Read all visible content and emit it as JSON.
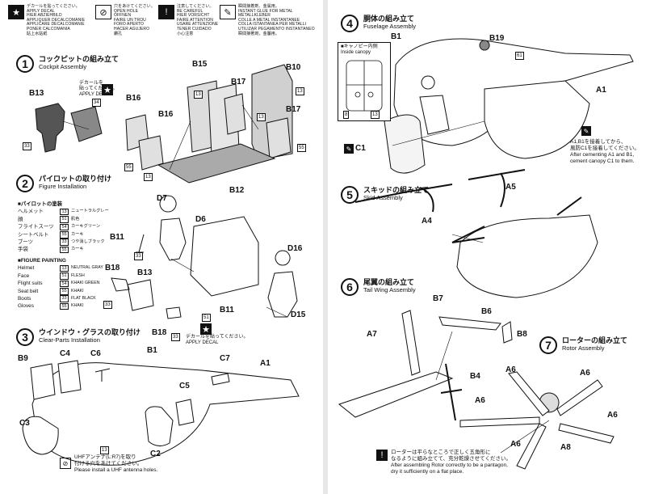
{
  "symbols": [
    {
      "icon": "star-icon",
      "glyph": "★",
      "filled": true,
      "lines": [
        "デカールを貼ってください。",
        "APPLY DECAL",
        "HIER ABZIEHBILD",
        "APPLIQUER DECALCOMANIE",
        "APPLICARE DECALCOMANIE",
        "PONER CALCOMANIA",
        "貼上水貼紙"
      ]
    },
    {
      "icon": "open-hole-icon",
      "glyph": "⊘",
      "filled": false,
      "lines": [
        "穴をあけてください。",
        "OPEN HOLE",
        "ÖFFNEN",
        "FAIRE UN TROU",
        "FORO APERTO",
        "HACER AGUJERO",
        "鑽孔"
      ]
    },
    {
      "icon": "caution-icon",
      "glyph": "⚠",
      "filled": true,
      "lines": [
        "注意してください。",
        "BE CAREFUL",
        "HIER VORSICHT",
        "FAIRE ATTENTION",
        "USARE ATTENZIONE",
        "TENER CUIDADO",
        "小心注意"
      ]
    },
    {
      "icon": "glue-icon",
      "glyph": "✎",
      "filled": false,
      "lines": [
        "瞬間接着剤、金属用。",
        "INSTANT GLUE FOR METAL",
        "METALLKLEBER",
        "COLLE A METAL INSTANTANEE",
        "COLLA ISTANTANEA PER METALLI",
        "UTILIZAR PEGAMENTO INSTANTANEO",
        "瞬間接著劑，金屬用。"
      ]
    }
  ],
  "steps": [
    {
      "num": "1",
      "jp": "コックピットの組み立て",
      "en": "Cockpit Assembly"
    },
    {
      "num": "2",
      "jp": "パイロットの取り付け",
      "en": "Figure Installation"
    },
    {
      "num": "3",
      "jp": "ウインドウ・グラスの取り付け",
      "en": "Clear-Parts Installation"
    },
    {
      "num": "4",
      "jp": "胴体の組み立て",
      "en": "Fuselage Assembly"
    },
    {
      "num": "5",
      "jp": "スキッドの組み立て",
      "en": "Skid Assembly"
    },
    {
      "num": "6",
      "jp": "尾翼の組み立て",
      "en": "Tail Wing Assembly"
    },
    {
      "num": "7",
      "jp": "ローターの組み立て",
      "en": "Rotor Assembly"
    }
  ],
  "parts": {
    "b13a": "B13",
    "b15": "B15",
    "b10": "B10",
    "b17a": "B17",
    "b16a": "B16",
    "b16b": "B16",
    "b17b": "B17",
    "b12": "B12",
    "d7": "D7",
    "d6": "D6",
    "b11a": "B11",
    "d16": "D16",
    "b18a": "B18",
    "b13b": "B13",
    "b11b": "B11",
    "b18b": "B18",
    "d15": "D15",
    "b9": "B9",
    "c4": "C4",
    "c6": "C6",
    "b1a": "B1",
    "c7": "C7",
    "a1a": "A1",
    "c5": "C5",
    "c3": "C3",
    "c2": "C2",
    "b1b": "B1",
    "b19": "B19",
    "a1b": "A1",
    "c1": "C1",
    "a5": "A5",
    "a4": "A4",
    "b7": "B7",
    "b6": "B6",
    "a7": "A7",
    "b8": "B8",
    "b4": "B4",
    "a6a": "A6",
    "a6b": "A6",
    "a6c": "A6",
    "a6d": "A6",
    "a6e": "A6",
    "a8": "A8"
  },
  "codes": {
    "c1a": "33",
    "c1b": "13",
    "c1c": "13",
    "c1d": "55",
    "c1e": "13",
    "c1f": "55",
    "c1g": "13",
    "c1h": "34",
    "c2a": "33",
    "c2b": "33",
    "c2c": "33",
    "c2d": "51",
    "c3a": "13",
    "c4a": "61",
    "c4b": "8",
    "c4c": "13"
  },
  "decal_note": {
    "jp": "デカールを貼ってください。",
    "en": "APPLY DECAL"
  },
  "decal_note2": {
    "jp": "デカールを",
    "jp2": "貼ってください。",
    "en": "APPLY DECAL"
  },
  "paint_jp": {
    "title": "■パイロットの塗装",
    "rows": [
      {
        "name": "ヘルメット",
        "code": "13",
        "color": "ニュートラルグレー"
      },
      {
        "name": "顔",
        "code": "51",
        "color": "肌色"
      },
      {
        "name": "フライトスーツ",
        "code": "54",
        "color": "カーキグリーン"
      },
      {
        "name": "シートベルト",
        "code": "55",
        "color": "カーキ"
      },
      {
        "name": "ブーツ",
        "code": "33",
        "color": "つや消しブラック"
      },
      {
        "name": "手袋",
        "code": "55",
        "color": "カーキ"
      }
    ]
  },
  "paint_en": {
    "title": "■FIGURE PAINTING",
    "rows": [
      {
        "name": "Helmet",
        "code": "13",
        "color": "NEUTRAL GRAY"
      },
      {
        "name": "Face",
        "code": "51",
        "color": "FLESH"
      },
      {
        "name": "Flight suits",
        "code": "54",
        "color": "KHAKI GREEN"
      },
      {
        "name": "Seat belt",
        "code": "55",
        "color": "KHAKI"
      },
      {
        "name": "Boots",
        "code": "33",
        "color": "FLAT BLACK"
      },
      {
        "name": "Gloves",
        "code": "55",
        "color": "KHAKI"
      }
    ]
  },
  "antenna_note": {
    "jp": "UHFアンテナ(L:R7)を取り",
    "jp2": "付ける穴をあけてください。",
    "en": "Please install a UHF antenna holes."
  },
  "canopy_inset": {
    "jp": "■キャノピー内側",
    "en": "Inside canopy"
  },
  "cement_note": {
    "l1": "A1,B1を接着してから、",
    "l2": "風防C1を接着してください。",
    "l3": "After cementing A1 and B1,",
    "l4": "cement canopy C1 to them."
  },
  "rotor_note": {
    "l1": "ローターは平らなところで正しく五角形に",
    "l2": "なるように組み立てて、充分乾燥させてください。",
    "l3": "After assembling Rotor correctly to be a pantagon,",
    "l4": "dry it sufficiently on a flat place."
  }
}
